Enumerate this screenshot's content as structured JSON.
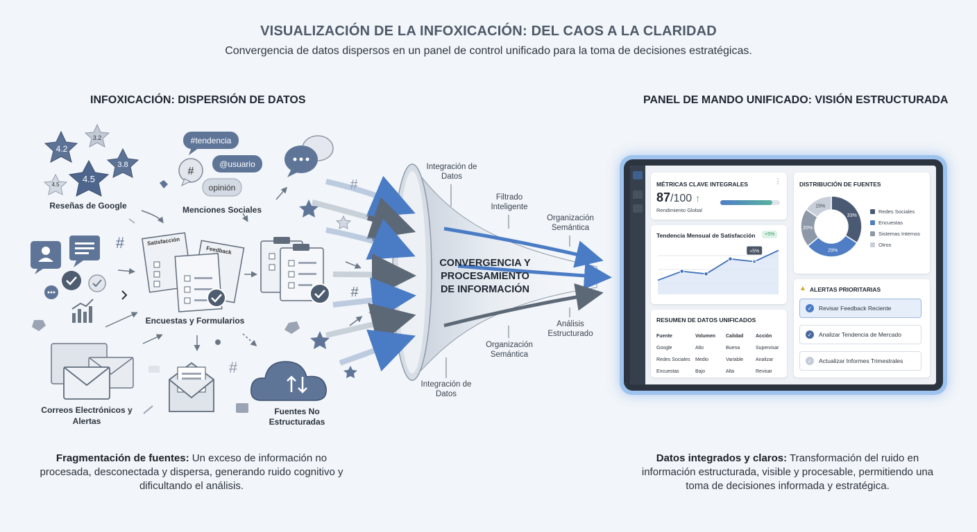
{
  "header": {
    "title": "VISUALIZACIÓN DE LA INFOXICACIÓN: DEL CAOS A LA CLARIDAD",
    "subtitle": "Convergencia de datos dispersos en un panel de control unificado para la toma de decisiones estratégicas."
  },
  "left": {
    "heading": "INFOXICACIÓN: DISPERSIÓN DE DATOS",
    "sources": {
      "google": "Reseñas de Google",
      "social": "Menciones Sociales",
      "surveys": "Encuestas y Formularios",
      "email": "Correos Electrónicos y Alertas",
      "unstructured": "Fuentes No Estructuradas"
    },
    "ratings": [
      "4.2",
      "3.2",
      "3.8",
      "4.5",
      "4.5"
    ],
    "bubbles": [
      "#tendencia",
      "@usuario",
      "opinión",
      "#"
    ],
    "paper_labels": [
      "Satisfacción",
      "Feedback"
    ],
    "hash": "#",
    "caption_bold": "Fragmentación de fuentes:",
    "caption_text": " Un exceso de información no procesada, desconectada y dispersa, generando ruido cognitivo y dificultando el análisis."
  },
  "funnel": {
    "center": "CONVERGENCIA Y PROCESAMIENTO DE INFORMACIÓN",
    "labels": {
      "l1": "Integración de Datos",
      "l2": "Filtrado Inteligente",
      "l3": "Organización Semántica",
      "l4": "Análisis Estructurado",
      "l5": "Organización Semántica",
      "l6": "Integración de Datos"
    }
  },
  "right": {
    "heading": "PANEL DE MANDO UNIFICADO: VISIÓN ESTRUCTURADA",
    "caption_bold": "Datos integrados y claros:",
    "caption_text": " Transformación del ruido en información estructurada, visible y procesable, permitiendo una toma de decisiones informada y estratégica."
  },
  "dashboard": {
    "metrics": {
      "title": "MÉTRICAS CLAVE INTEGRALES",
      "score": "87",
      "max": "/100",
      "trend_arrow": "↑",
      "subtitle": "Rendimiento Global",
      "progress": 0.87,
      "menu": "⋮"
    },
    "trend": {
      "title": "Tendencia Mensual de Satisfacción",
      "badge": "+5%",
      "tooltip": "+5%",
      "values": [
        38,
        62,
        55,
        95,
        88,
        118
      ]
    },
    "distribution": {
      "title": "DISTRIBUCIÓN DE FUENTES",
      "slices": [
        {
          "label": "Redes Sociales",
          "value": 33,
          "text": "33%",
          "color": "#4a5a72"
        },
        {
          "label": "Encuestas",
          "value": 29,
          "text": "29%",
          "color": "#4f7ec4"
        },
        {
          "label": "Sistemas Internos",
          "value": 20,
          "text": "20%",
          "color": "#8e99a8"
        },
        {
          "label": "Otros",
          "value": 15,
          "text": "15%",
          "color": "#c8cfd9"
        }
      ]
    },
    "summary": {
      "title": "RESUMEN DE DATOS UNIFICADOS",
      "headers": [
        "Fuente",
        "Volumen",
        "Calidad",
        "Acción"
      ],
      "rows": [
        [
          "Google",
          "Alto",
          "Buena",
          "Supervisar"
        ],
        [
          "Redes Sociales",
          "Medio",
          "Variable",
          "Analizar"
        ],
        [
          "Encuestas",
          "Bajo",
          "Alta",
          "Revisar"
        ]
      ]
    },
    "alerts": {
      "title": "ALERTAS PRIORITARIAS",
      "items": [
        "Revisar Feedback Reciente",
        "Analizar Tendencia de Mercado",
        "Actualizar Informes Trimestrales"
      ]
    }
  }
}
